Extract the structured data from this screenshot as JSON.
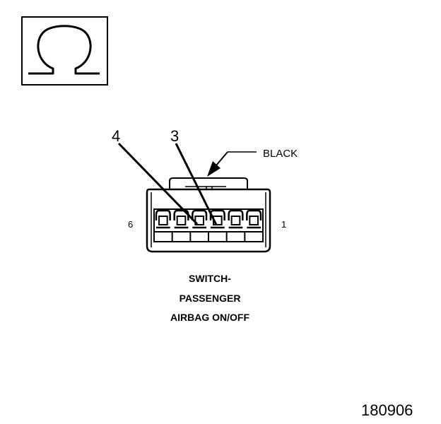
{
  "meter_symbol": {
    "icon": "ohm-symbol-icon"
  },
  "connector": {
    "color_label": "BLACK",
    "callouts": {
      "pin_a": "4",
      "pin_b": "3"
    },
    "end_labels": {
      "left": "6",
      "right": "1"
    },
    "cavity_count": 6
  },
  "caption": {
    "line1": "SWITCH-",
    "line2": "PASSENGER",
    "line3": "AIRBAG ON/OFF"
  },
  "figure_id": "180906",
  "colors": {
    "ink": "#000000",
    "background": "#ffffff"
  }
}
